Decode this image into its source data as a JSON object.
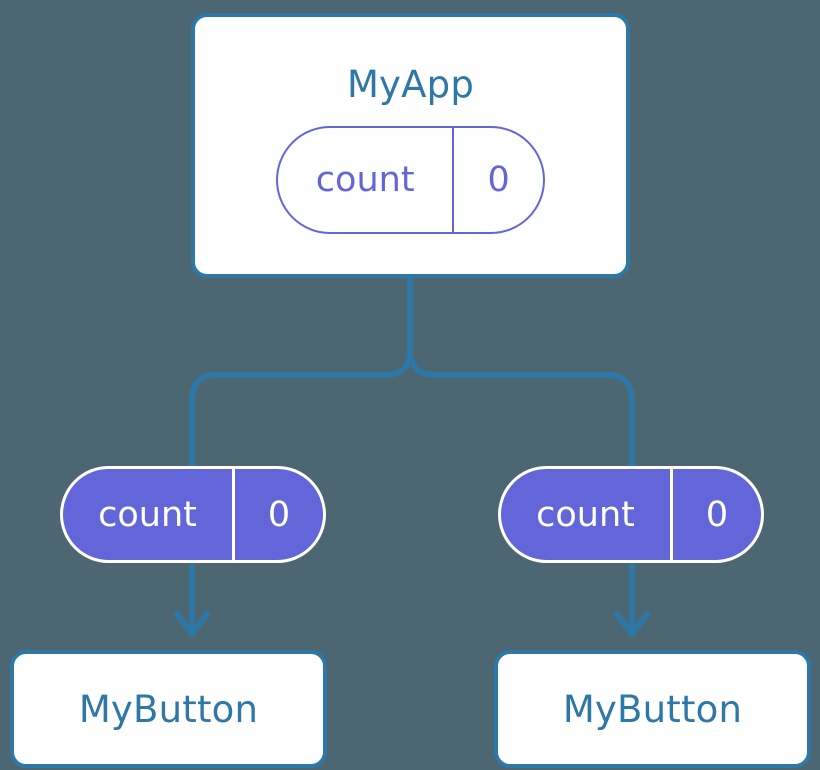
{
  "diagram": {
    "type": "component-state-tree",
    "background_color": "#4c6772",
    "accent_color": "#2e77a6",
    "state_color": "#6366d8",
    "root": {
      "component_label": "MyApp",
      "state": {
        "key": "count",
        "value": "0"
      }
    },
    "children": [
      {
        "state": {
          "key": "count",
          "value": "0"
        },
        "component_label": "MyButton"
      },
      {
        "state": {
          "key": "count",
          "value": "0"
        },
        "component_label": "MyButton"
      }
    ]
  }
}
